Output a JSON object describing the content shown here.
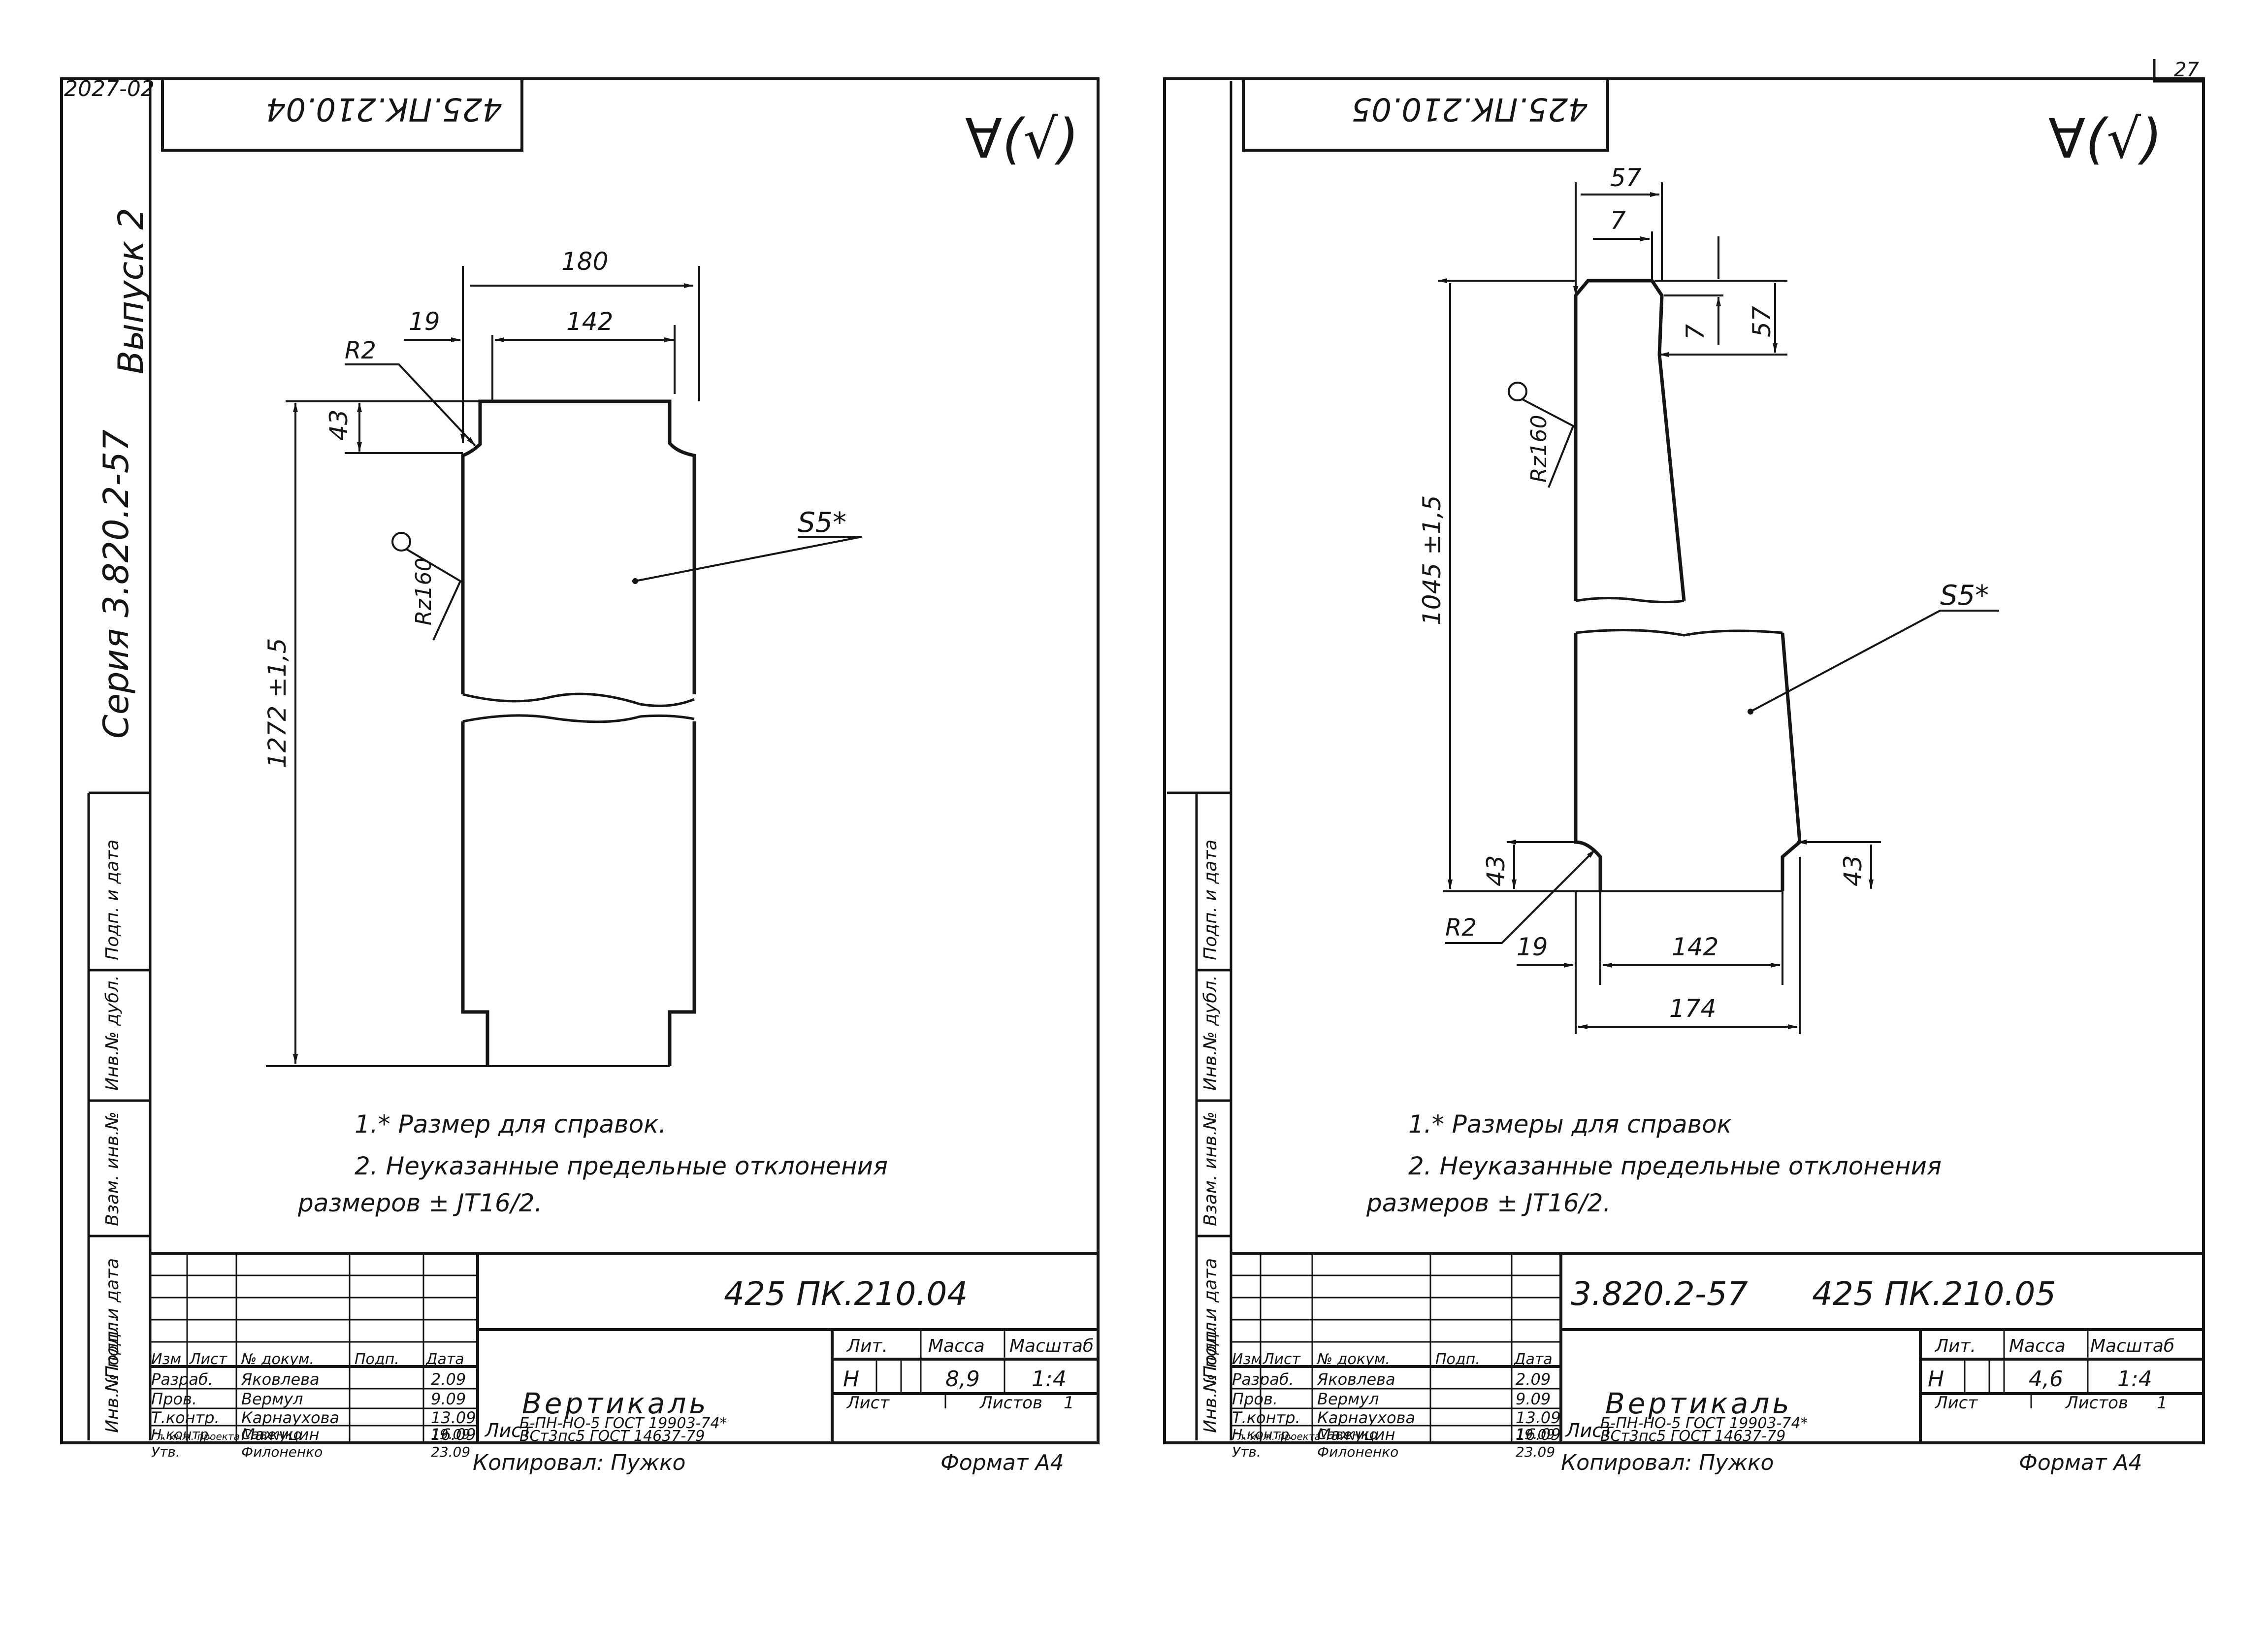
{
  "page": {
    "top_left_code": "2027-02",
    "sheet_number": "27",
    "series": "Серия 3.820.2-57",
    "issue": "Выпуск 2",
    "copied_by": "Копировал:  Пужко",
    "format": "Формат А4"
  },
  "side_strip": [
    "Инв.№ подл.",
    "Подп. и дата",
    "Взам. инв.№",
    "Инв.№ дубл.",
    "Подп. и дата"
  ],
  "sheets": [
    {
      "stamp_mirrored": "425.ПК.210.04",
      "roughness_symbol": "∀(√)",
      "dims": {
        "width": "180",
        "offset": "19",
        "slot": "142",
        "height": "1272 ±1,5",
        "notch": "43",
        "radius": "R2",
        "roughness": "Rz160",
        "thickness": "S5*"
      },
      "notes": [
        "1.* Размер для справок.",
        "2. Неуказанные предельные отклонения",
        "размеров ± JT16/2."
      ],
      "title_block": {
        "designation": "425 ПК.210.04",
        "name": "Вертикаль",
        "headers": [
          "Изм",
          "Лист",
          "№ докум.",
          "Подп.",
          "Дата"
        ],
        "people": [
          {
            "role": "Разраб.",
            "name": "Яковлева",
            "date": "2.09"
          },
          {
            "role": "Пров.",
            "name": "Вермул",
            "date": "9.09"
          },
          {
            "role": "Т.контр.",
            "name": "Карнаухова",
            "date": "13.09"
          },
          {
            "role": "Гл. инж. проекта",
            "name": "Мажуцин",
            "date": "16.09"
          },
          {
            "role": "Н.контр.",
            "name": "Савенко",
            "date": "19.09"
          },
          {
            "role": "Утв.",
            "name": "Филоненко",
            "date": "23.09"
          }
        ],
        "lit_label": "Лит.",
        "mass_label": "Масса",
        "scale_label": "Масштаб",
        "lit": "Н",
        "mass": "8,9",
        "scale": "1:4",
        "sheet_label": "Лист",
        "sheets_label": "Листов",
        "sheets_count": "1",
        "material_prefix": "Лист",
        "material_1": "Б-ПН-НО-5 ГОСТ 19903-74*",
        "material_2": "ВСт3пс5 ГОСТ 14637-79"
      }
    },
    {
      "stamp_mirrored": "425.ПК.210.05",
      "roughness_symbol": "∀(√)",
      "dims": {
        "top": "57",
        "chamfer_w": "7",
        "chamfer_h": "7",
        "top_h": "57",
        "height": "1045 ±1,5",
        "roughness": "Rz160",
        "thickness": "S5*",
        "notch_left": "43",
        "notch_right": "43",
        "radius": "R2",
        "offset": "19",
        "slot": "142",
        "width": "174"
      },
      "notes": [
        "1.* Размеры для справок",
        "2. Неуказанные предельные отклонения",
        "размеров ± JT16/2."
      ],
      "title_block": {
        "designation_series": "3.820.2-57",
        "designation": "425 ПК.210.05",
        "name": "Вертикаль",
        "headers": [
          "Изм",
          "Лист",
          "№ докум.",
          "Подп.",
          "Дата"
        ],
        "people": [
          {
            "role": "Разраб.",
            "name": "Яковлева",
            "date": "2.09"
          },
          {
            "role": "Пров.",
            "name": "Вермул",
            "date": "9.09"
          },
          {
            "role": "Т.контр.",
            "name": "Карнаухова",
            "date": "13.09"
          },
          {
            "role": "Гл. инж. проекта",
            "name": "Мажуцин",
            "date": "16.09"
          },
          {
            "role": "Н.контр.",
            "name": "Савенко",
            "date": "19.09"
          },
          {
            "role": "Утв.",
            "name": "Филоненко",
            "date": "23.09"
          }
        ],
        "lit_label": "Лит.",
        "mass_label": "Масса",
        "scale_label": "Масштаб",
        "lit": "Н",
        "mass": "4,6",
        "scale": "1:4",
        "sheet_label": "Лист",
        "sheets_label": "Листов",
        "sheets_count": "1",
        "material_prefix": "Лист",
        "material_1": "Б-ПН-НО-5 ГОСТ 19903-74*",
        "material_2": "ВСт3пс5 ГОСТ 14637-79"
      }
    }
  ]
}
